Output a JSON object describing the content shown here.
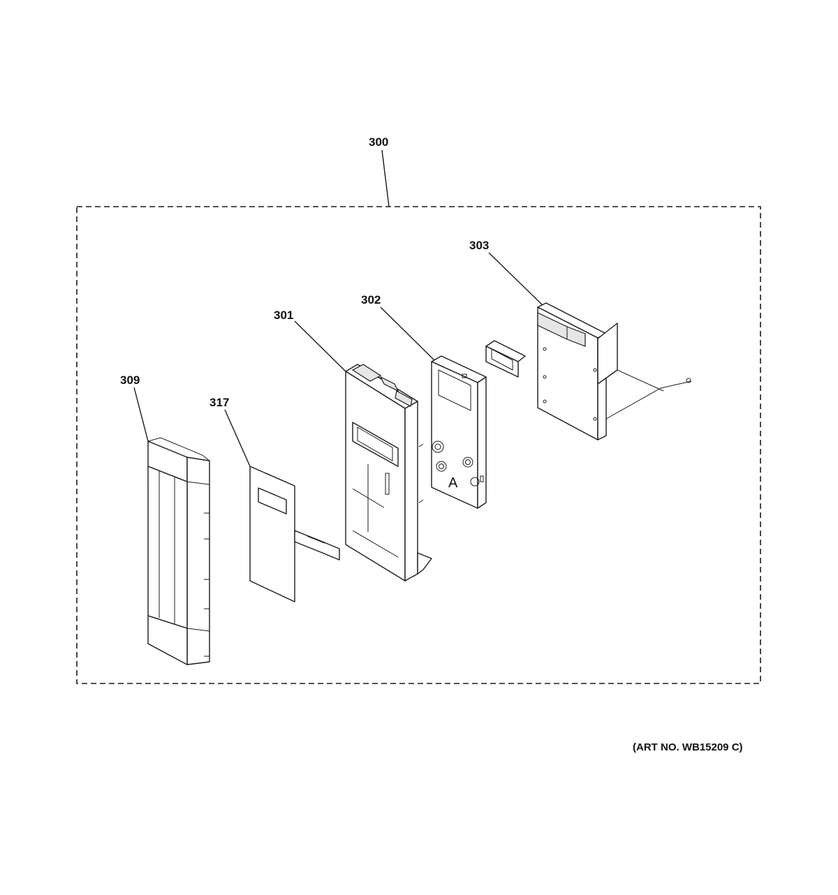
{
  "diagram": {
    "callouts": {
      "c300": "300",
      "c301": "301",
      "c302": "302",
      "c303": "303",
      "c309": "309",
      "c317": "317"
    },
    "art_number": "(ART NO. WB15209 C)",
    "assembly_letter": "A"
  }
}
